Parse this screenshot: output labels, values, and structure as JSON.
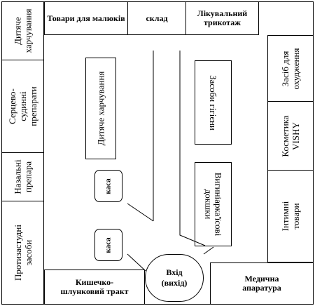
{
  "top": {
    "goods_for_babies": "Товари для малюків",
    "warehouse": "склад",
    "medical_knitwear": "Лікувальний трикотаж"
  },
  "left": {
    "baby_food": "Дитяче харчування",
    "cardio_vascular": "Серцево-судинні препарати",
    "nasal": "Назальні препара",
    "antiinflammatory": "Протизастудні засоби"
  },
  "right": {
    "cooling": "Засіб для охудження",
    "cosmetics": "Косметика VISHY",
    "intimate": "Інтимні товари"
  },
  "center": {
    "baby_food_stand": "Дитяче харчування",
    "hygiene_stand": "Засоби гігієни",
    "contraception_stand": "Вигиніарка'їсові докшки"
  },
  "checkout": {
    "kasa_1": "каса",
    "kasa_2": "каса"
  },
  "bottom": {
    "gastro": "Кишечко-шлунковий тракт",
    "entrance": "Вхід (вихід)",
    "medical_equipment": "Медична апаратура"
  }
}
